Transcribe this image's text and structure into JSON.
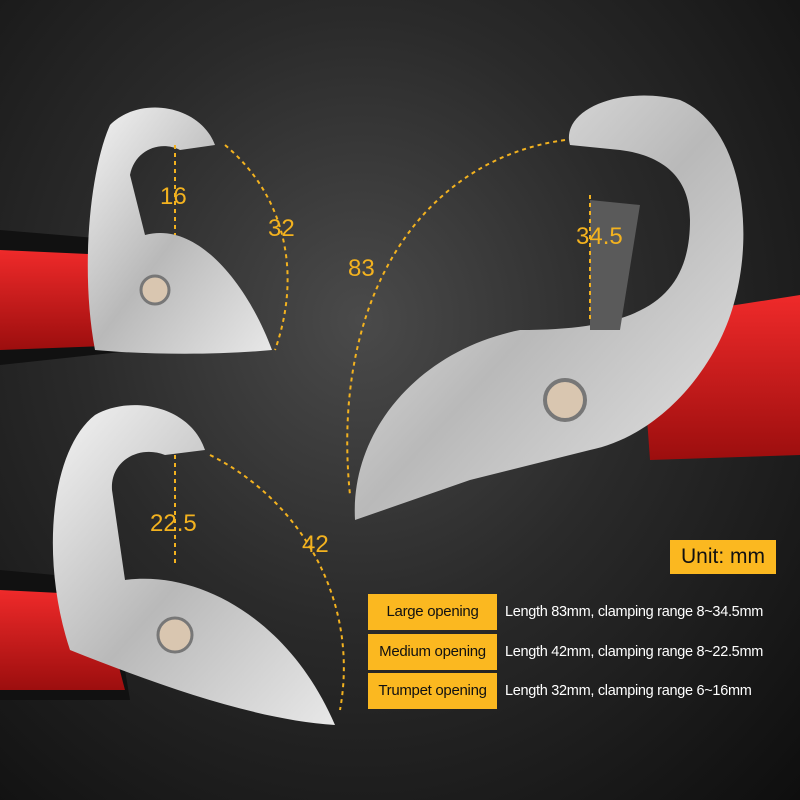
{
  "dimensions": {
    "small_clamp": "16",
    "small_length": "32",
    "large_clamp": "34.5",
    "large_length": "83",
    "medium_clamp": "22.5",
    "medium_length": "42"
  },
  "unit_label": "Unit: mm",
  "specs": [
    {
      "label": "Large opening",
      "text": "Length 83mm, clamping range 8~34.5mm"
    },
    {
      "label": "Medium opening",
      "text": "Length 42mm, clamping range 8~22.5mm"
    },
    {
      "label": "Trumpet opening",
      "text": "Length 32mm, clamping range 6~16mm"
    }
  ],
  "colors": {
    "accent": "#fbb820",
    "handle": "#d41a1a",
    "background": "#1a1a1a"
  }
}
